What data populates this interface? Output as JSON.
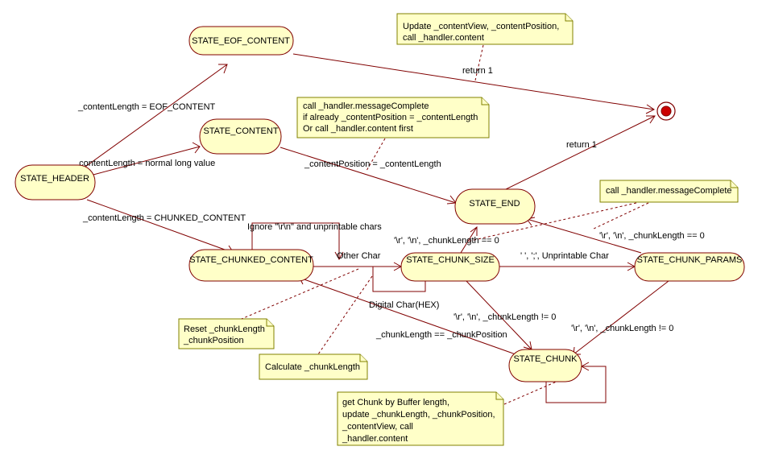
{
  "states": {
    "eof_content": "STATE_EOF_CONTENT",
    "content": "STATE_CONTENT",
    "header": "STATE_HEADER",
    "end": "STATE_END",
    "chunked_content": "STATE_CHUNKED_CONTENT",
    "chunk_size": "STATE_CHUNK_SIZE",
    "chunk_params": "STATE_CHUNK_PARAMS",
    "chunk": "STATE_CHUNK"
  },
  "transitions": {
    "header_to_eof": "_contentLength = EOF_CONTENT",
    "header_to_content": "_contentLength = normal long value",
    "header_to_chunked": "_contentLength = CHUNKED_CONTENT",
    "eof_to_final": "return 1",
    "end_to_final": "return 1",
    "content_to_end": "_contentPosition = _contentLength",
    "chunked_self": "Ignore \"\\r\\n\" and unprintable chars",
    "chunked_to_size": "Other Char",
    "size_self": "Digital Char(HEX)",
    "size_to_end": "'\\r', '\\n', _chunkLength == 0",
    "size_to_params": "' ', ';', Unprintable Char",
    "params_to_end": "'\\r', '\\n', _chunkLength == 0",
    "size_to_chunk": "'\\r', '\\n', _chunkLength != 0",
    "params_to_chunk": "'\\r', '\\n', _chunkLength != 0",
    "chunk_to_chunked": "_chunkLength == _chunkPosition"
  },
  "notes": {
    "eof_note": [
      "Update _contentView, _contentPosition,",
      "call _handler.content"
    ],
    "content_note": [
      "call _handler.messageComplete",
      "if already _contentPosition = _contentLength",
      "Or call _handler.content first"
    ],
    "end_note": [
      "call _handler.messageComplete"
    ],
    "reset_note": [
      "Reset _chunkLength",
      "_chunkPosition"
    ],
    "calc_note": [
      "Calculate _chunkLength"
    ],
    "chunk_note": [
      "get Chunk by Buffer length,",
      "update _chunkLength, _chunkPosition,",
      "_contentView, call",
      "_handler.content"
    ]
  },
  "colors": {
    "state_fill": "#ffffc8",
    "line": "#800000",
    "note_border": "#808000",
    "final_dot": "#cc0000"
  }
}
